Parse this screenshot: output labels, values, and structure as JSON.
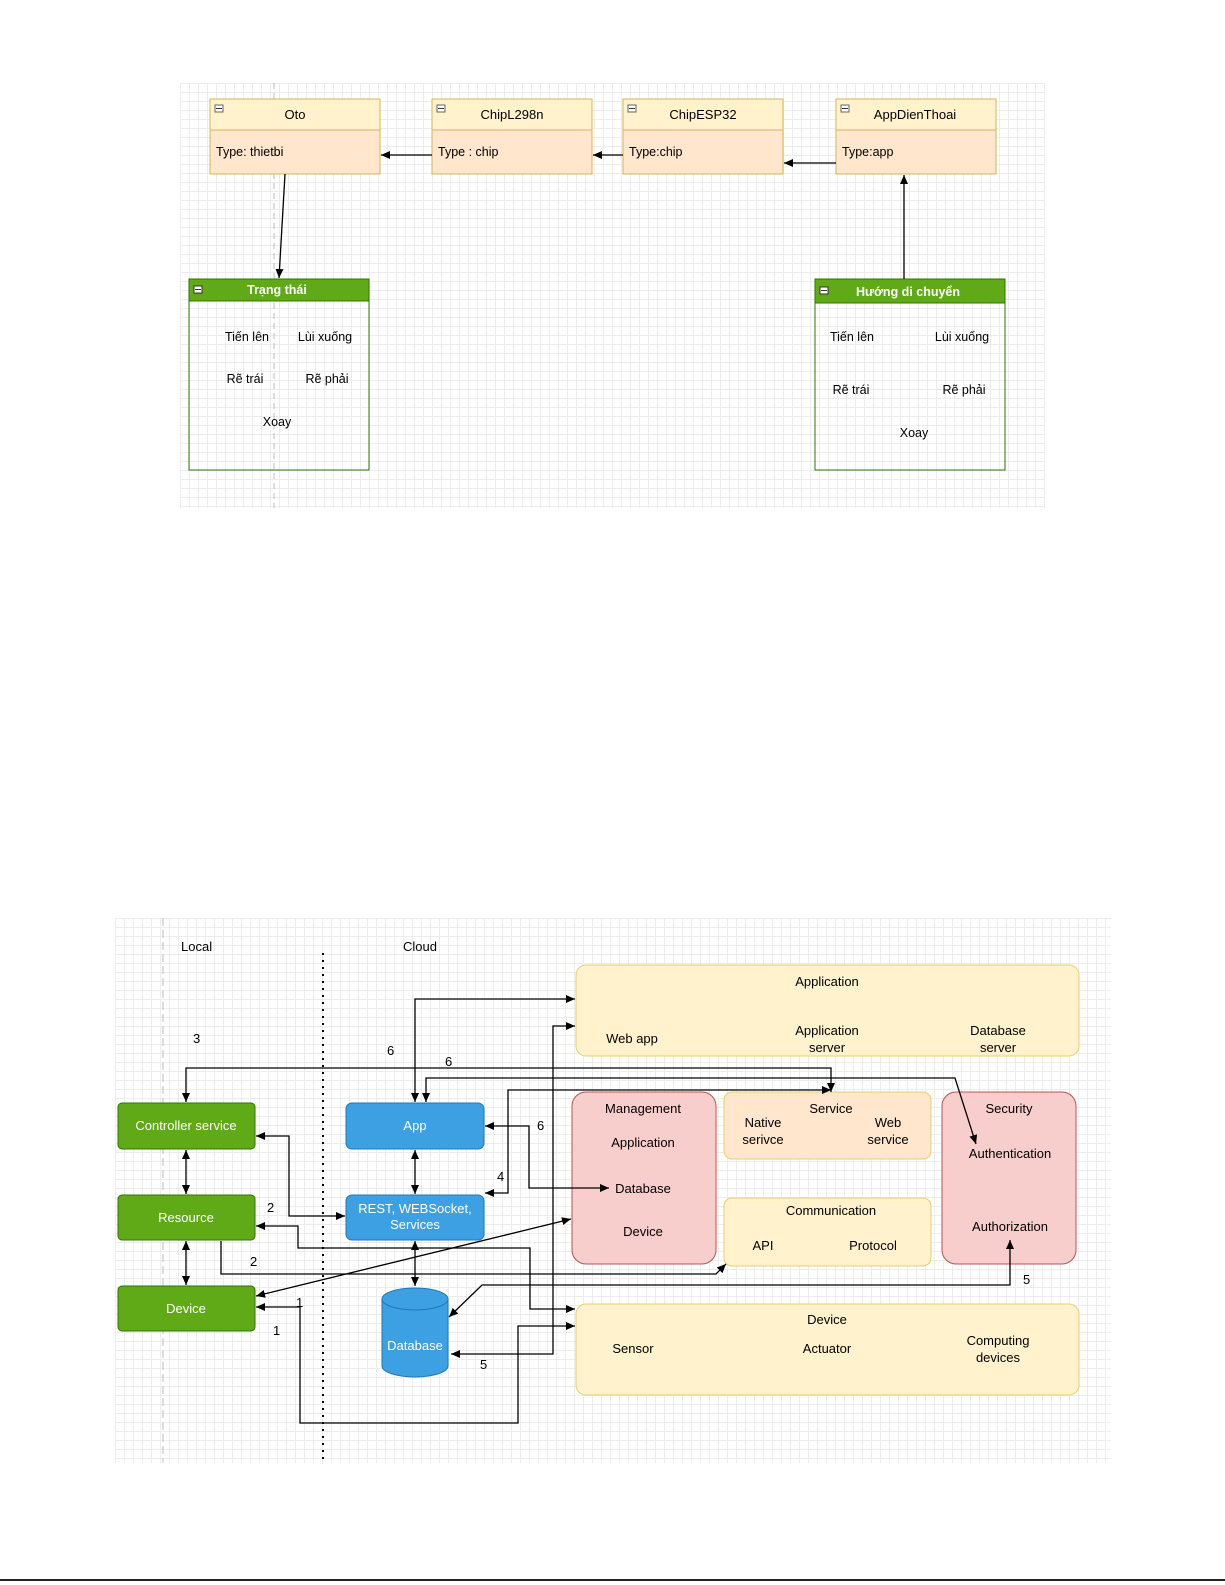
{
  "top_diagram": {
    "classes": {
      "oto": {
        "name": "Oto",
        "attr": "Type: thietbi"
      },
      "chip_l298n": {
        "name": "ChipL298n",
        "attr": "Type : chip"
      },
      "chip_esp32": {
        "name": "ChipESP32",
        "attr": "Type:chip"
      },
      "app_dien_thoai": {
        "name": "AppDienThoai",
        "attr": "Type:app"
      }
    },
    "trang_thai": {
      "title": "Trạng thái",
      "items": [
        "Tiến lên",
        "Lùi xuống",
        "Rẽ trái",
        "Rẽ phải",
        "Xoay"
      ]
    },
    "huong_di_chuyen": {
      "title": "Hướng di chuyển",
      "items": [
        "Tiến lên",
        "Lùi xuống",
        "Rẽ trái",
        "Rẽ phải",
        "Xoay"
      ]
    }
  },
  "bottom_diagram": {
    "zones": {
      "local": "Local",
      "cloud": "Cloud"
    },
    "local_nodes": {
      "controller_service": "Controller service",
      "resource": "Resource",
      "device": "Device"
    },
    "cloud_nodes": {
      "app": "App",
      "rest_line1": "REST, WEBSocket,",
      "rest_line2": "Services",
      "database": "Database"
    },
    "application": {
      "title": "Application",
      "web_app": "Web app",
      "app_server_1": "Application",
      "app_server_2": "server",
      "db_server_1": "Database",
      "db_server_2": "server"
    },
    "management": {
      "title": "Management",
      "application": "Application",
      "database": "Database",
      "device": "Device"
    },
    "service": {
      "title": "Service",
      "native_1": "Native",
      "native_2": "serivce",
      "web_1": "Web",
      "web_2": "service"
    },
    "communication": {
      "title": "Communication",
      "api": "API",
      "protocol": "Protocol"
    },
    "security": {
      "title": "Security",
      "authentication": "Authentication",
      "authorization": "Authorization"
    },
    "device_layer": {
      "title": "Device",
      "sensor": "Sensor",
      "actuator": "Actuator",
      "computing_1": "Computing",
      "computing_2": "devices"
    },
    "edge_labels": {
      "n1a": "1",
      "n1b": "1",
      "n2a": "2",
      "n2b": "2",
      "n3": "3",
      "n4": "4",
      "n5a": "5",
      "n5b": "5",
      "n6a": "6",
      "n6b": "6",
      "n6c": "6"
    }
  },
  "colors": {
    "class_header": "#fff2cc",
    "class_body": "#ffe6cc",
    "class_border": "#d6b656",
    "green": "#60a917",
    "green_border": "#2d7600",
    "blue": "#3da0e3",
    "yellow": "#fff2cc",
    "yellow_border": "#e6cf6b",
    "pink": "#f8cecc",
    "pink_border": "#b85450",
    "orange": "#ffe6cc"
  }
}
